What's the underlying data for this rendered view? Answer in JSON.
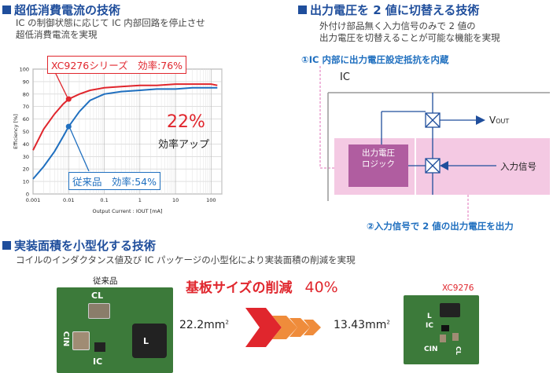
{
  "section1": {
    "title": "超低消費電流の技術",
    "line1": "IC の制御状態に応じて IC 内部回路を停止させ",
    "line2": "超低消費電流を実現"
  },
  "chart": {
    "chart_data": {
      "type": "line",
      "xlabel": "Output Current : IOUT [mA]",
      "ylabel": "Efficiency [%]",
      "x_scale": "log",
      "xlim": [
        0.001,
        200
      ],
      "ylim": [
        0,
        100
      ],
      "x_ticks": [
        "0.001",
        "0.01",
        "0.1",
        "1",
        "10",
        "100"
      ],
      "y_ticks": [
        "0",
        "10",
        "20",
        "30",
        "40",
        "50",
        "60",
        "70",
        "80",
        "90",
        "100"
      ],
      "grid": true,
      "series": [
        {
          "name": "XC9276シリーズ",
          "color": "#e0262d",
          "x": [
            0.001,
            0.002,
            0.004,
            0.007,
            0.01,
            0.02,
            0.04,
            0.1,
            0.3,
            1,
            3,
            10,
            30,
            100,
            150
          ],
          "y": [
            35,
            52,
            64,
            72,
            76,
            80,
            83,
            85,
            86,
            87,
            87,
            88,
            88,
            88,
            87
          ]
        },
        {
          "name": "従来品",
          "color": "#1f6fbf",
          "x": [
            0.001,
            0.002,
            0.004,
            0.007,
            0.01,
            0.02,
            0.04,
            0.1,
            0.3,
            1,
            3,
            10,
            30,
            100,
            150
          ],
          "y": [
            12,
            22,
            34,
            46,
            54,
            66,
            75,
            80,
            82,
            83,
            84,
            84,
            85,
            85,
            85
          ]
        }
      ]
    },
    "label_new": "XC9276シリーズ　効率:76%",
    "label_old": "従来品　効率:54%",
    "pct": "22%",
    "pct_caption": "効率アップ"
  },
  "section2": {
    "title": "出力電圧を 2 値に切替える技術",
    "line1": "外付け部品無く入力信号のみで 2 値の",
    "line2": "出力電圧を切替えることが可能な機能を実現",
    "note1": "①IC 内部に出力電圧設定抵抗を内蔵",
    "ic_label": "IC",
    "logic_label1": "出力電圧",
    "logic_label2": "ロジック",
    "input_label": "入力信号",
    "vout": "V",
    "vout_sub": "OUT",
    "note2": "②入力信号で 2 値の出力電圧を出力"
  },
  "section3": {
    "title": "実装面積を小型化する技術",
    "line1": "コイルのインダクタンス値及び IC パッケージの小型化により実装面積の削減を実現",
    "old_label": "従来品",
    "new_label": "XC9276",
    "reduction_text": "基板サイズの削減",
    "reduction_pct": "40%",
    "area_old": "22.2mm",
    "area_new": "13.43mm",
    "sup": "2",
    "pcb_old": {
      "cl": "CL",
      "cin": "CIN",
      "ic": "IC",
      "l": "L"
    },
    "pcb_new": {
      "l": "L",
      "ic": "IC",
      "cin": "CIN",
      "cl": "CL"
    }
  },
  "colors": {
    "accent": "#1f4e9c",
    "red": "#e0262d",
    "blue": "#1f6fbf",
    "pink": "#f4c9e3"
  }
}
